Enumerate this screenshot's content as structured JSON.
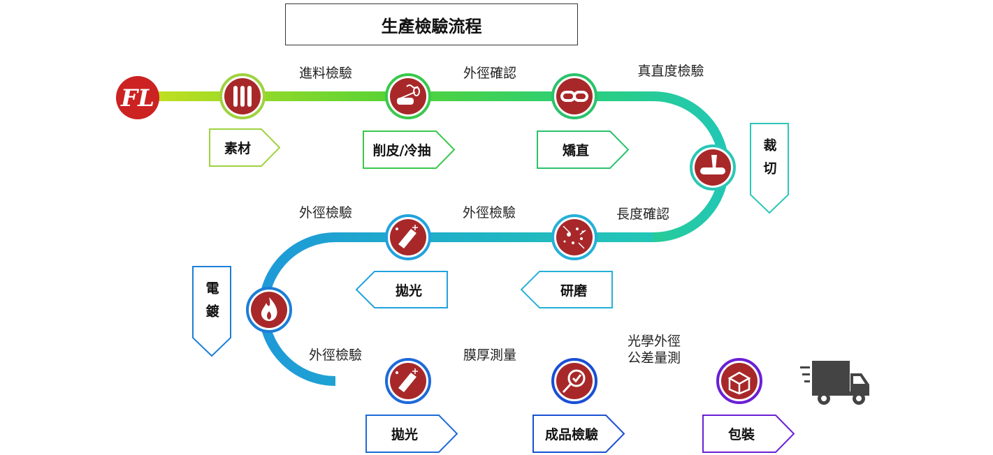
{
  "title": "生產檢驗流程",
  "logo": {
    "text": "FL",
    "color": "#cc2222"
  },
  "colors": {
    "node_fill": "#a8282a",
    "road": [
      "#cfe01e",
      "#2bd14f",
      "#22c7b5",
      "#1e9ad8",
      "#1b5ad6",
      "#6a1fd4"
    ]
  },
  "stations": [
    {
      "icon": "steel-rods-icon",
      "label": "素材",
      "ring": "#9fd23f"
    },
    {
      "icon": "peeling-drawing-icon",
      "label": "削皮/冷抽",
      "ring": "#39c84c",
      "above": "進料檢驗"
    },
    {
      "icon": "straightening-icon",
      "label": "矯直",
      "ring": "#2bc26b",
      "above": "外徑確認"
    },
    {
      "icon": "cutting-icon",
      "label": "裁切",
      "ring": "#2bc7b6",
      "above": "真直度檢驗"
    },
    {
      "icon": "grinding-icon",
      "label": "研磨",
      "ring": "#25b0d8",
      "above": "長度確認"
    },
    {
      "icon": "polishing-icon",
      "label": "拋光",
      "ring": "#22a2dd",
      "above": "外徑檢驗"
    },
    {
      "icon": "plating-flame-icon",
      "label": "電鍍",
      "ring": "#1c7ed6",
      "above": "外徑檢驗"
    },
    {
      "icon": "polishing-icon",
      "label": "拋光",
      "ring": "#1d6ad8",
      "above": "外徑檢驗"
    },
    {
      "icon": "magnifier-check-icon",
      "label": "成品檢驗",
      "ring": "#1a4fd4",
      "above": "膜厚測量"
    },
    {
      "icon": "package-box-icon",
      "label": "包裝",
      "ring": "#6a1fd4",
      "above": "光學外徑\n公差量測"
    }
  ],
  "end_icon": "delivery-truck-icon"
}
